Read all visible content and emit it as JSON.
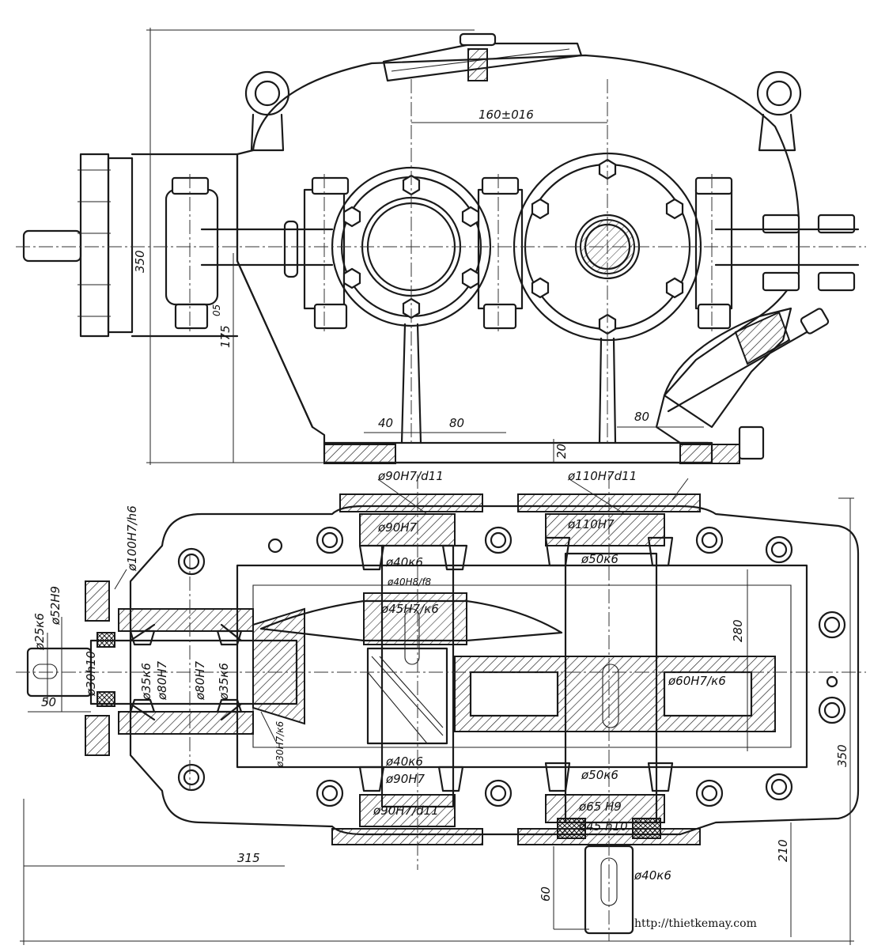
{
  "labels": {
    "center_distance": "160±016",
    "h_350_top": "350",
    "h_175": "175",
    "tol_05": "05",
    "d40": "40",
    "d80a": "80",
    "d80b": "80",
    "d20": "20",
    "fit_90_d11_top": "ø90H7/d11",
    "fit_110_d11_top": "ø110H7d11",
    "bore_90": "ø90H7",
    "bore_110": "ø110H7",
    "shaft_40k6_top": "ø40к6",
    "shaft_50k6_top": "ø50к6",
    "fit_40_f8": "ø40H8/f8",
    "fit_45_k6": "ø45H7/к6",
    "fit_100": "ø100H7/h6",
    "shaft_25": "ø25к6",
    "shaft_52": "ø52H9",
    "shaft_30h10": "ø30h10",
    "shaft_35_a": "ø35к6",
    "bore_80_a": "ø80H7",
    "bore_80_b": "ø80H7",
    "shaft_35_b": "ø35к6",
    "fit_30": "ø30H7/к6",
    "fit_60": "ø60H7/к6",
    "shaft_40k6_bot": "ø40к6",
    "bore_90_bot": "ø90H7",
    "fit_90_d11_bot": "ø90H7/d11",
    "shaft_50k6_bot": "ø50к6",
    "bore_65": "ø65 H9",
    "shaft_45_h10": "ø45 h10",
    "shaft_40k6_out": "ø40к6",
    "d280": "280",
    "d350_right": "350",
    "d50": "50",
    "d315": "315",
    "d210": "210",
    "d60": "60",
    "website": "http://thietkemay.com"
  }
}
